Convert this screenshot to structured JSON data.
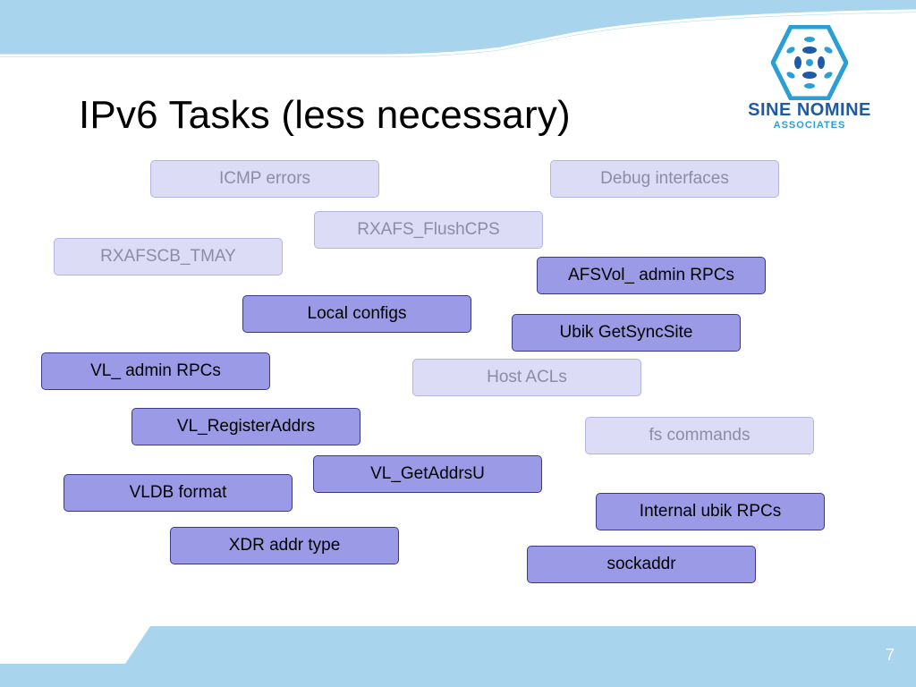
{
  "slide": {
    "title": "IPv6 Tasks (less necessary)",
    "page_number": "7"
  },
  "logo": {
    "name": "SINE NOMINE",
    "subtitle": "ASSOCIATES"
  },
  "tasks": [
    {
      "label": "ICMP errors",
      "style": "light"
    },
    {
      "label": "Debug interfaces",
      "style": "light"
    },
    {
      "label": "RXAFS_FlushCPS",
      "style": "light"
    },
    {
      "label": "RXAFSCB_TMAY",
      "style": "light"
    },
    {
      "label": "AFSVol_ admin RPCs",
      "style": "dark"
    },
    {
      "label": "Local configs",
      "style": "dark"
    },
    {
      "label": "Ubik GetSyncSite",
      "style": "dark"
    },
    {
      "label": "VL_ admin RPCs",
      "style": "dark"
    },
    {
      "label": "Host ACLs",
      "style": "light"
    },
    {
      "label": "VL_RegisterAddrs",
      "style": "dark"
    },
    {
      "label": "fs commands",
      "style": "light"
    },
    {
      "label": "VL_GetAddrsU",
      "style": "dark"
    },
    {
      "label": "VLDB format",
      "style": "dark"
    },
    {
      "label": "Internal ubik RPCs",
      "style": "dark"
    },
    {
      "label": "XDR addr type",
      "style": "dark"
    },
    {
      "label": "sockaddr",
      "style": "dark"
    }
  ],
  "colors": {
    "band": "#a8d4ee",
    "light_box": "#dcdcf6",
    "dark_box": "#9a9ae6",
    "logo_blue": "#1f5aa6"
  }
}
